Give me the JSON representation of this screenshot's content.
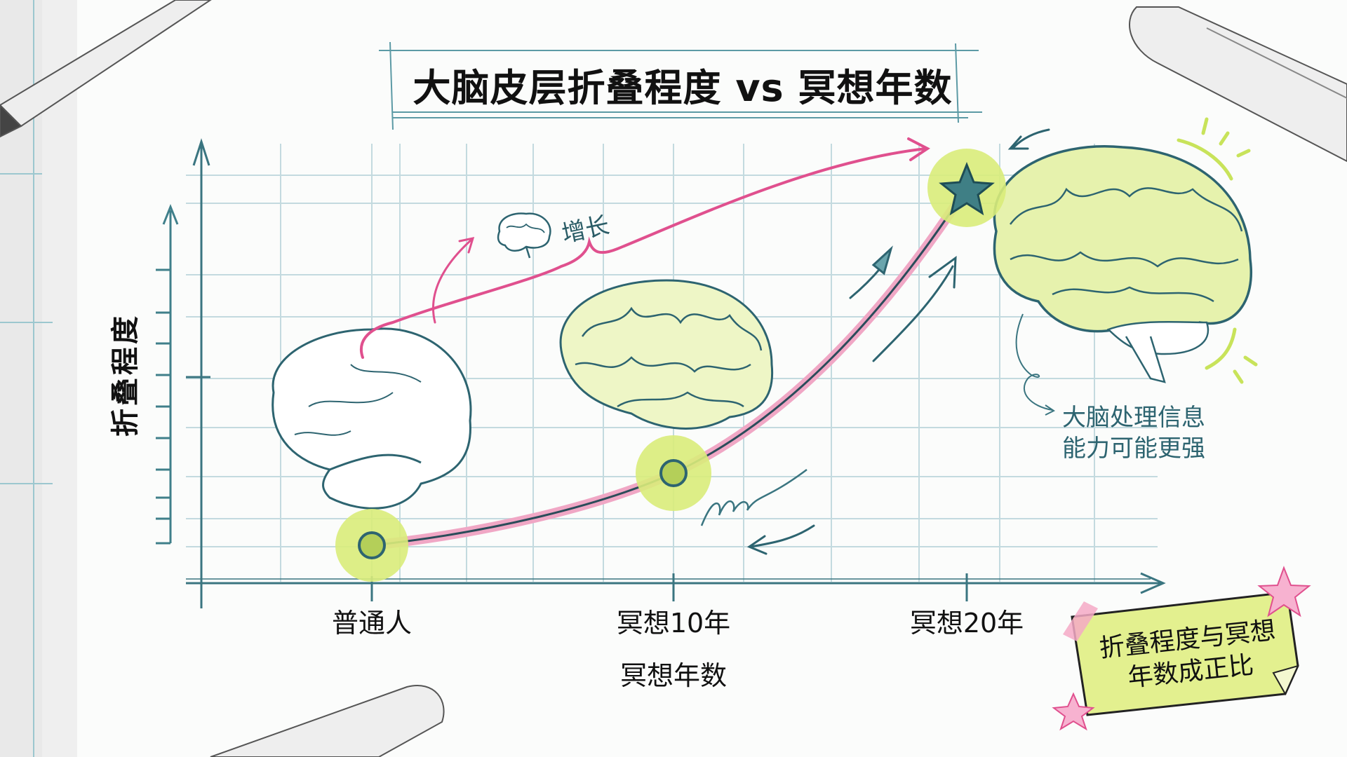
{
  "title": "大脑皮层折叠程度 vs 冥想年数",
  "axes": {
    "y_label": "折叠程度",
    "x_label": "冥想年数",
    "x_ticks": [
      "普通人",
      "冥想10年",
      "冥想20年"
    ]
  },
  "annotations": {
    "growth_label": "增长",
    "note_line1": "大脑处理信息",
    "note_line2": "能力可能更强",
    "sticky_line1": "折叠程度与冥想",
    "sticky_line2": "年数成正比"
  },
  "colors": {
    "ink": "#2a6670",
    "grid": "#b7d3d8",
    "pink": "#e8609a",
    "pink_soft": "#f2a9c6",
    "lime": "#d9ec7a",
    "sticky": "#e3f08f",
    "text": "#111111"
  },
  "chart_data": {
    "type": "line",
    "title": "大脑皮层折叠程度 vs 冥想年数",
    "xlabel": "冥想年数",
    "ylabel": "折叠程度",
    "categories": [
      "普通人",
      "冥想10年",
      "冥想20年"
    ],
    "series": [
      {
        "name": "折叠程度",
        "values": [
          1,
          2,
          6
        ],
        "markers": [
          "circle",
          "circle",
          "star"
        ]
      }
    ],
    "y_units": "relative (no numeric tick labels shown)",
    "grid": true,
    "legend": null,
    "annotations": [
      "增长",
      "大脑处理信息能力可能更强",
      "折叠程度与冥想年数成正比"
    ]
  }
}
